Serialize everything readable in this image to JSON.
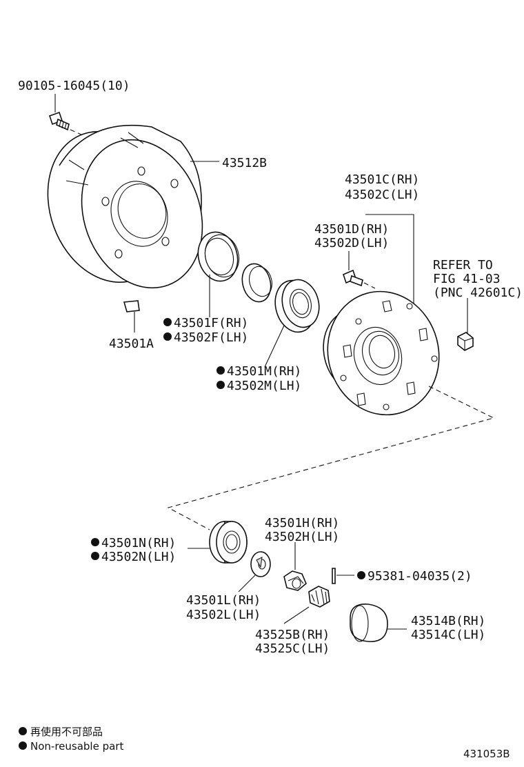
{
  "parts": {
    "p90105": "90105-16045(10)",
    "p43512b": "43512B",
    "p43501a": "43501A",
    "p43501c": "43501C(RH)",
    "p43502c": "43502C(LH)",
    "p43501d": "43501D(RH)",
    "p43502d": "43502D(LH)",
    "refer1": "REFER TO",
    "refer2": "FIG 41-03",
    "refer3": "(PNC 42601C)",
    "p43501f": "43501F(RH)",
    "p43502f": "43502F(LH)",
    "p43501m": "43501M(RH)",
    "p43502m": "43502M(LH)",
    "p43501h": "43501H(RH)",
    "p43502h": "43502H(LH)",
    "p43501n": "43501N(RH)",
    "p43502n": "43502N(LH)",
    "p95381": "95381-04035(2)",
    "p43501l": "43501L(RH)",
    "p43502l": "43502L(LH)",
    "p43525b": "43525B(RH)",
    "p43525c": "43525C(LH)",
    "p43514b": "43514B(RH)",
    "p43514c": "43514C(LH)"
  },
  "legend": {
    "jp": "再使用不可部品",
    "en": "Non-reusable part"
  },
  "figure_code": "431053B"
}
